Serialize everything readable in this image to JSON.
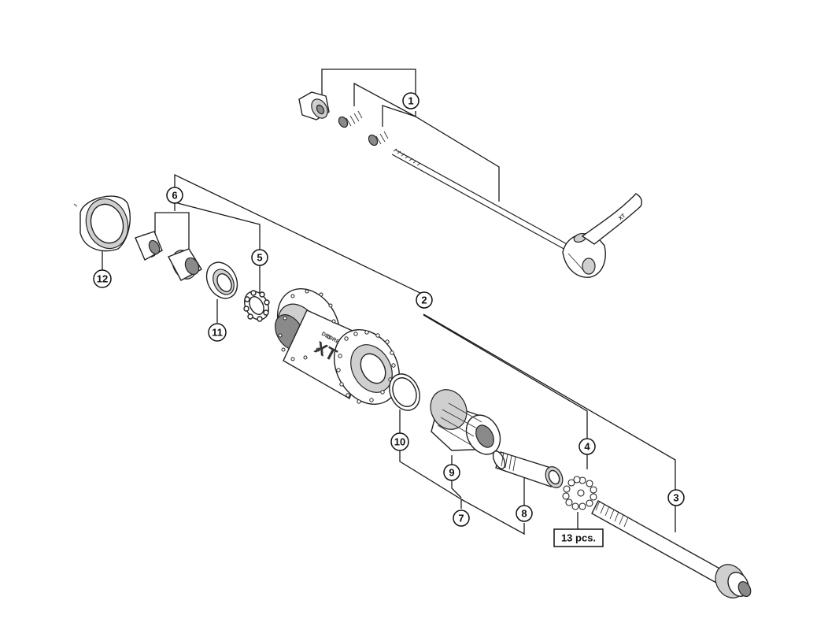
{
  "callouts": {
    "c1": "1",
    "c2": "2",
    "c3": "3",
    "c4": "4",
    "c5": "5",
    "c6": "6",
    "c7": "7",
    "c8": "8",
    "c9": "9",
    "c10": "10",
    "c11": "11",
    "c12": "12"
  },
  "quantity_label": "13 pcs.",
  "hub_branding": {
    "model": "XT",
    "series": "DEORE"
  }
}
